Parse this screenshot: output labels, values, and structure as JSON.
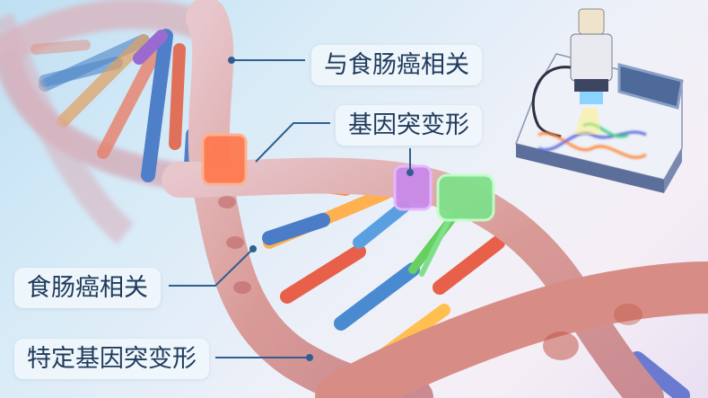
{
  "labels": {
    "top_right_1": "与食肠癌相关",
    "top_right_2": "基因突变形",
    "bottom_left_1": "食肠癌相关",
    "bottom_left_2": "特定基因突变形"
  },
  "illustration": {
    "subject": "dna-double-helix",
    "device": "gene-sequencer-machine",
    "highlight_bands": [
      "orange",
      "purple",
      "green"
    ]
  },
  "colors": {
    "label_text": "#1f3a5c",
    "leader_line": "#2f5f8f",
    "backbone": "#d89890",
    "band_orange": "#ff7a50",
    "band_purple": "#c88ae8",
    "band_green": "#7fe08a"
  }
}
